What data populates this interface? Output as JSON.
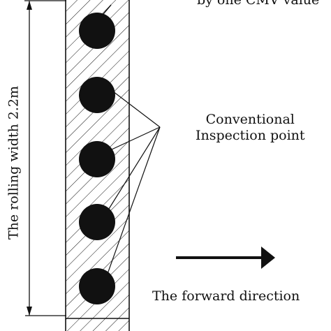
{
  "labels": {
    "top_note": "by one CMV value",
    "inspection_line1": "Conventional",
    "inspection_line2": "Inspection point",
    "forward_direction": "The forward direction",
    "rolling_width": "The rolling width 2.2m"
  },
  "inspection_points": {
    "count": 5
  },
  "colors": {
    "ink": "#111111",
    "background": "#ffffff"
  }
}
